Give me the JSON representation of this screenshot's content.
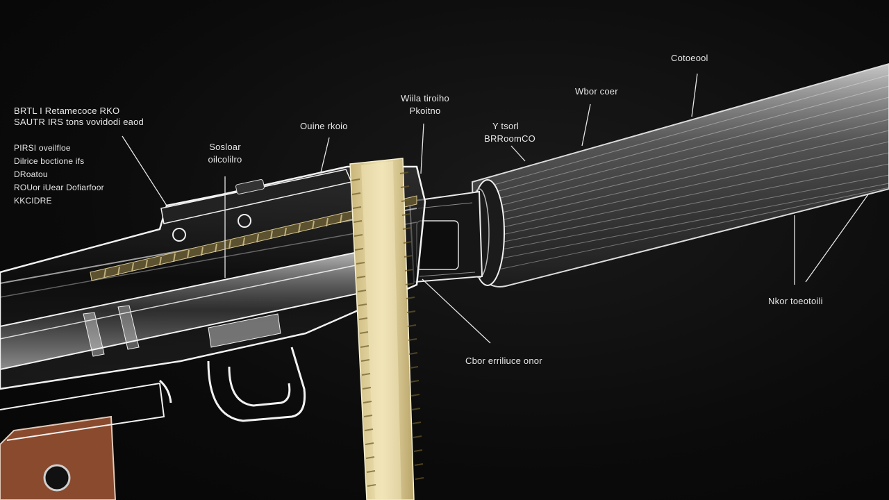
{
  "diagram": {
    "labels": {
      "left_block_line1": "BRTL I Retamecoce RKO",
      "left_block_line2": "SAUTR IRS tons vovidodi eaod",
      "left_list": [
        "PIRSI oveilfloe",
        "Dilrice boctione ifs",
        "DRoatou",
        "ROUor iUear Dofiarfoor",
        "KKCIDRE"
      ],
      "top1": "Ouine rkoio",
      "top2_line1": "Sosloar",
      "top2_line2": "oilcolilro",
      "top3_line1": "Wiila tiroiho",
      "top3_line2": "Pkoitno",
      "top4_line1": "Y tsorl",
      "top4_line2": "BRRoomCO",
      "top5": "Wbor coer",
      "top6": "Cotoeool",
      "right1": "Nkor toeotoili",
      "bottom1": "Cbor erriliuce onor"
    },
    "colors": {
      "background": "#0b0b0b",
      "line": "#f2f2f2",
      "brass": "#d8c790",
      "grip": "#8a4a2e"
    }
  }
}
